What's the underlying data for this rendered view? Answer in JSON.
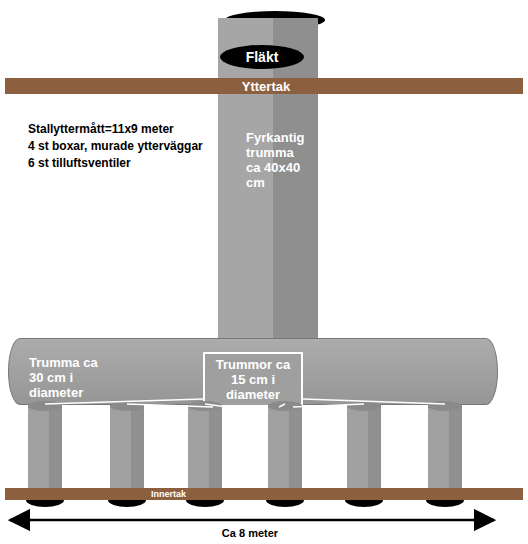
{
  "diagram": {
    "nodes": [
      {
        "text": [
          "Fläkt"
        ]
      },
      {
        "text": [
          "Yttertak"
        ]
      },
      {
        "text": [
          "Fyrkantig trumma ca 40x40 cm"
        ]
      },
      {
        "text": [
          "Trumma ca 30 cm i diameter"
        ]
      },
      {
        "text": [
          "Trummor ca 15 cm i diameter"
        ],
        "in": 3
      },
      {
        "text": [
          "Innertak"
        ]
      }
    ],
    "labels": [
      "Stallyttermått=11x9 meter",
      "4 st boxar, murade ytterväggar",
      "6 st tilluftsventiler",
      "Ca 8 meter"
    ]
  }
}
